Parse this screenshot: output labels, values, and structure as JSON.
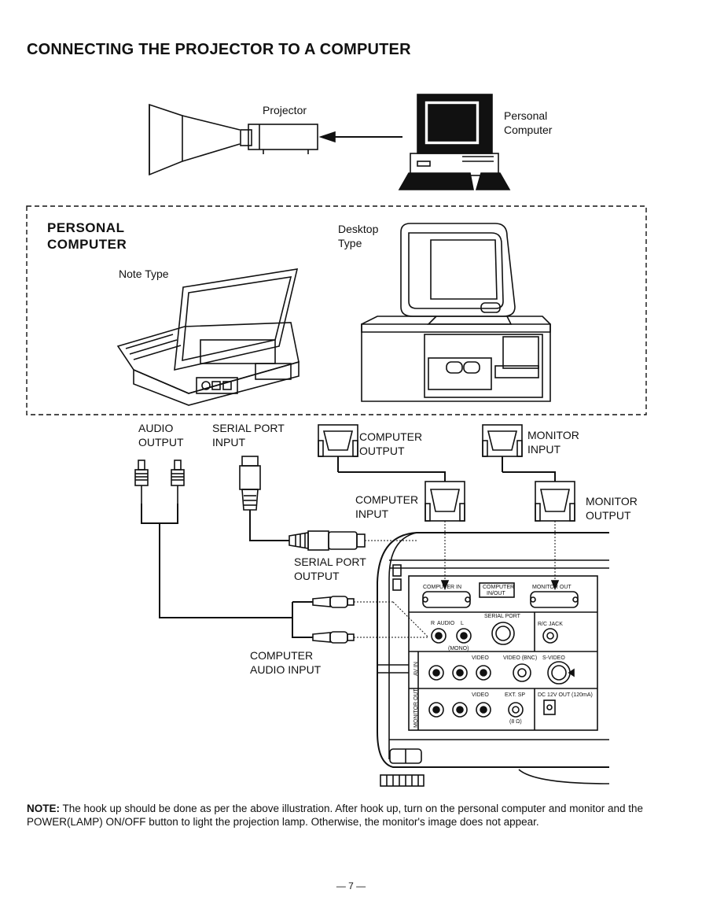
{
  "page_title": "CONNECTING THE PROJECTOR TO A COMPUTER",
  "top_diagram": {
    "projector_label": "Projector",
    "pc_label_line1": "Personal",
    "pc_label_line2": "Computer"
  },
  "pc_box": {
    "heading_line1": "PERSONAL",
    "heading_line2": "COMPUTER",
    "note_type_label": "Note Type",
    "desktop_label_line1": "Desktop",
    "desktop_label_line2": "Type"
  },
  "cables": {
    "audio_output_line1": "AUDIO",
    "audio_output_line2": "OUTPUT",
    "serial_port_input_line1": "SERIAL PORT",
    "serial_port_input_line2": "INPUT",
    "computer_output_line1": "COMPUTER",
    "computer_output_line2": "OUTPUT",
    "monitor_input_line1": "MONITOR",
    "monitor_input_line2": "INPUT",
    "computer_input_line1": "COMPUTER",
    "computer_input_line2": "INPUT",
    "monitor_output_line1": "MONITOR",
    "monitor_output_line2": "OUTPUT",
    "serial_port_output_line1": "SERIAL PORT",
    "serial_port_output_line2": "OUTPUT",
    "computer_audio_input_line1": "COMPUTER",
    "computer_audio_input_line2": "AUDIO INPUT"
  },
  "panel": {
    "computer_in": "COMPUTER IN",
    "computer_inout_line1": "COMPUTER",
    "computer_inout_line2": "IN/OUT",
    "monitor_out": "MONITOR OUT",
    "serial_port": "SERIAL PORT",
    "audio_r": "R",
    "audio_text": "AUDIO",
    "audio_l": "L",
    "mono": "(MONO)",
    "rc_jack": "R/C JACK",
    "av_in": "AV IN",
    "video": "VIDEO",
    "video_bnc": "VIDEO (BNC)",
    "s_video": "S-VIDEO",
    "monitor_out_side": "MONITOR OUT",
    "ext_sp": "EXT. SP",
    "ext_sp_ohm": "(8 Ω)",
    "dc_out": "DC 12V OUT (120mA)"
  },
  "note": {
    "label": "NOTE:",
    "text": "The hook up should be done as per the above illustration. After hook up, turn on the personal computer and monitor and the POWER(LAMP) ON/OFF button to light the projection lamp. Otherwise, the monitor's image does not appear."
  },
  "page_number": "— 7 —"
}
